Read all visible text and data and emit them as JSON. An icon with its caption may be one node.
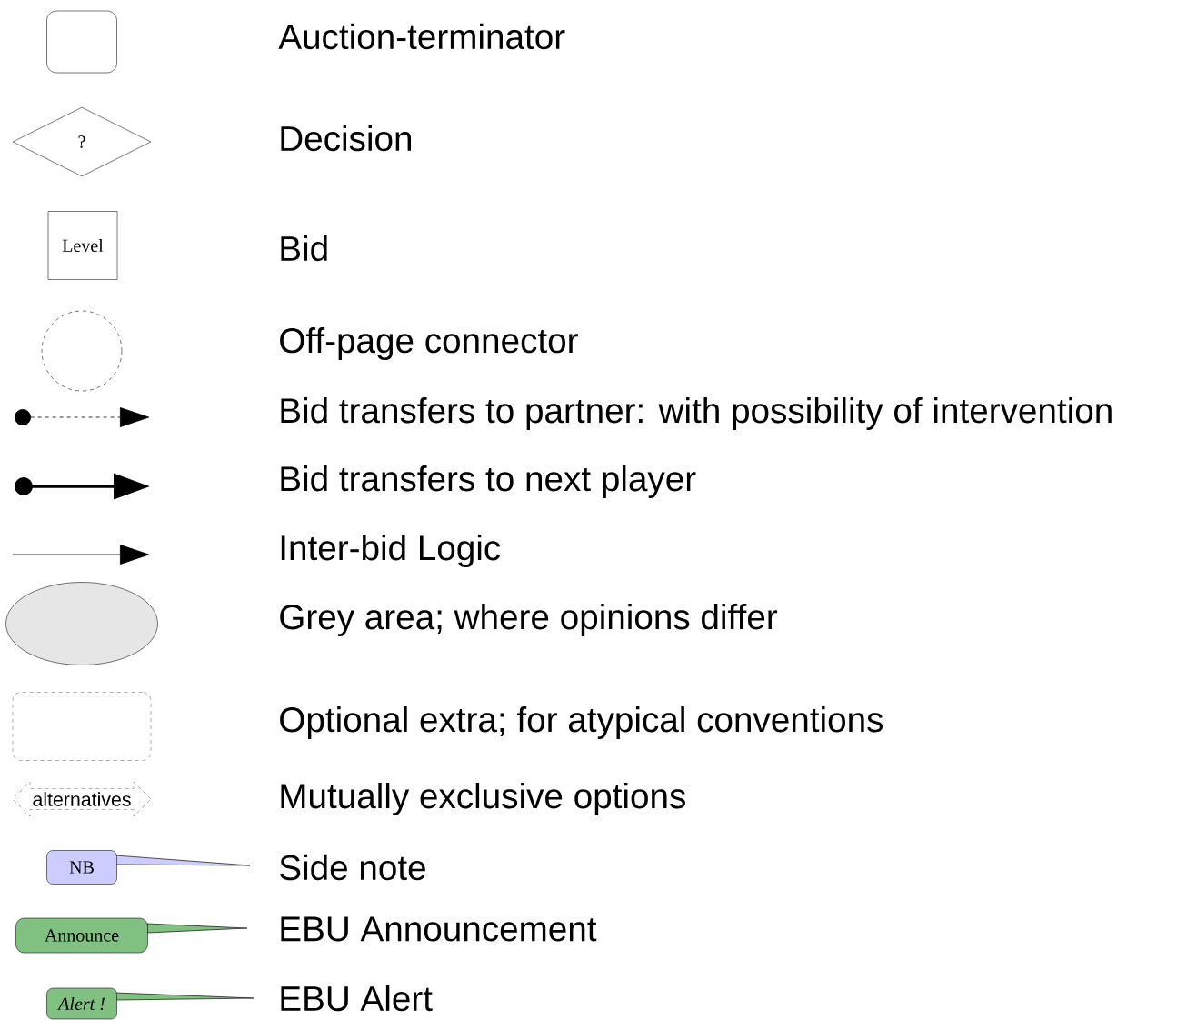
{
  "diagram": {
    "nodes": [
      {
        "text": [],
        "shape": "box"
      },
      {
        "text": [
          "?"
        ]
      },
      {
        "text": [
          "Level"
        ]
      },
      {
        "text": [],
        "shape": "circle"
      },
      {
        "text": [],
        "shape": "ellipse"
      },
      {
        "text": [],
        "shape": "box"
      },
      {
        "text": [
          "alternatives"
        ]
      },
      {
        "text": [
          "NB"
        ]
      },
      {
        "text": [
          "Announce"
        ]
      },
      {
        "text": [
          "Alert !"
        ]
      }
    ],
    "legend": [
      {
        "text": "Auction-terminator"
      },
      {
        "text": "Decision"
      },
      {
        "text": "Bid"
      },
      {
        "text": "Off-page connector"
      },
      {
        "text": "Bid transfers to partner: with possibility of intervention"
      },
      {
        "text": "Bid transfers to next player"
      },
      {
        "text": "Inter-bid Logic"
      },
      {
        "text": "Grey area; where opinions differ"
      },
      {
        "text": "Optional extra; for atypical conventions"
      },
      {
        "text": "Mutually exclusive options"
      },
      {
        "text": "Side note"
      },
      {
        "text": "EBU Announcement"
      },
      {
        "text": "EBU Alert"
      }
    ]
  }
}
